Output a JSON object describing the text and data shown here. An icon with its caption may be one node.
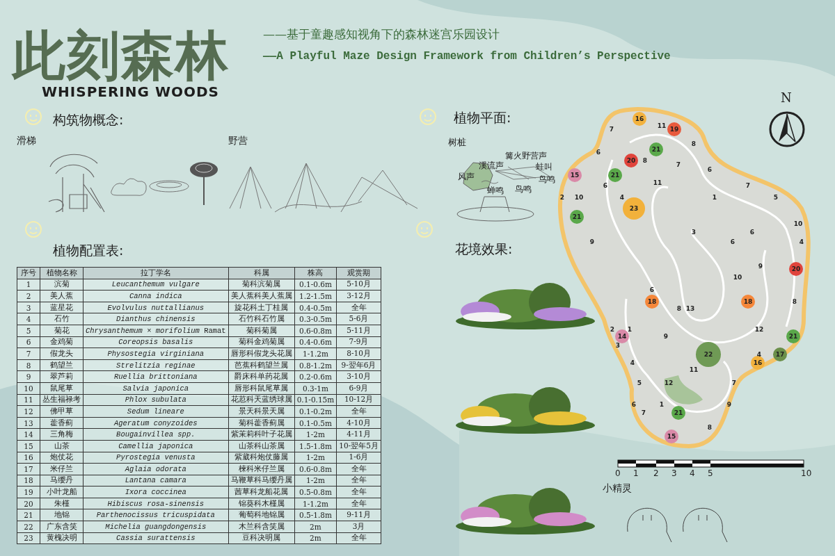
{
  "diagram": {
    "title": "此刻森林",
    "labels": [
      "WHISPERING WOODS",
      "——基于童趣感知视角下的森林迷宫乐园设计",
      "——A Playful Maze Design Framework from Children’s Perspective",
      "构筑物概念:",
      "滑梯",
      "野营",
      "植物平面:",
      "树桩",
      "篝火野营声",
      "溪流声",
      "风声",
      "蛙叫",
      "鸟鸣",
      "蝉鸣",
      "鸟鸣",
      "N",
      "植物配置表:",
      "序号",
      "植物名称",
      "拉丁学名",
      "科属",
      "株高",
      "观赏期",
      "1",
      "滨菊",
      "Leucanthemum vulgare",
      "菊科滨菊属",
      "0.1-0.6m",
      "5-10月",
      "2",
      "美人蕉",
      "Canna indica",
      "美人蕉科美人蕉属",
      "1.2-1.5m",
      "3-12月",
      "3",
      "蓝星花",
      "Evolvulus nuttallianus",
      "旋花科土丁桂属",
      "0.4-0.5m",
      "全年",
      "4",
      "石竹",
      "Dianthus chinensis",
      "石竹科石竹属",
      "0.3-0.5m",
      "5-6月",
      "5",
      "菊花",
      "*Chrysanthemum × morifolium* Ramat",
      "菊科菊属",
      "0.6-0.8m",
      "5-11月",
      "6",
      "金鸡菊",
      "Coreopsis basalis",
      "菊科金鸡菊属",
      "0.4-0.6m",
      "7-9月",
      "7",
      "假龙头",
      "Physostegia virginiana",
      "唇形科假龙头花属",
      "1-1.2m",
      "8-10月",
      "8",
      "鹤望兰",
      "Strelitzia reginae",
      "芭蕉科鹤望兰属",
      "0.8-1.2m",
      "9-翌年6月",
      "9",
      "翠芦莉",
      "Ruellia brittoniana",
      "爵床科单药花属",
      "0.2-0.6m",
      "3-10月",
      "10",
      "鼠尾草",
      "Salvia japonica",
      "唇形科鼠尾草属",
      "0.3-1m",
      "6-9月",
      "11",
      "丛生福禄考",
      "Phlox subulata",
      "花荵科天蓝绣球属",
      "0.1-0.15m",
      "10-12月",
      "12",
      "佛甲草",
      "Sedum lineare",
      "景天科景天属",
      "0.1-0.2m",
      "全年",
      "13",
      "藿香蓟",
      "Ageratum conyzoides",
      "菊科藿香蓟属",
      "0.1-0.5m",
      "4-10月",
      "14",
      "三角梅",
      "Bougainvillea spp.",
      "紫茉莉科叶子花属",
      "1-2m",
      "4-11月",
      "15",
      "山茶",
      "Camellia japonica",
      "山茶科山茶属",
      "1.5-1.8m",
      "10-翌年5月",
      "16",
      "炮仗花",
      "Pyrostegia venusta",
      "紫葳科炮仗藤属",
      "1-2m",
      "1-6月",
      "17",
      "米仔兰",
      "Aglaia odorata",
      "楝科米仔兰属",
      "0.6-0.8m",
      "全年",
      "18",
      "马缨丹",
      "Lantana camara",
      "马鞭草科马缨丹属",
      "1-2m",
      "全年",
      "19",
      "小叶龙船",
      "Ixora coccinea",
      "茜草科龙船花属",
      "0.5-0.8m",
      "全年",
      "20",
      "朱槿",
      "Hibiscus rosa-sinensis",
      "锦葵科木槿属",
      "1-1.2m",
      "全年",
      "21",
      "地锦",
      "Parthenocissus tricuspidata",
      "葡萄科地锦属",
      "0.5-1.8m",
      "9-11月",
      "22",
      "广东含笑",
      "Michelia guangdongensis",
      "木兰科含笑属",
      "2m",
      "3月",
      "23",
      "黄槐决明",
      "Cassia surattensis",
      "豆科决明属",
      "2m",
      "全年",
      "花境效果:",
      "16",
      "11",
      "7",
      "19",
      "8",
      "21",
      "6",
      "20",
      "8",
      "7",
      "6",
      "15",
      "21",
      "11",
      "6",
      "7",
      "2",
      "10",
      "4",
      "1",
      "5",
      "23",
      "21",
      "10",
      "3",
      "6",
      "9",
      "6",
      "4",
      "9",
      "20",
      "10",
      "6",
      "18",
      "18",
      "8",
      "8",
      "13",
      "2",
      "1",
      "12",
      "14",
      "9",
      "21",
      "3",
      "22",
      "4",
      "17",
      "4",
      "16",
      "11",
      "5",
      "12",
      "7",
      "6",
      "1",
      "9",
      "7",
      "21",
      "8",
      "15",
      "0",
      "1",
      "2",
      "3",
      "4",
      "5",
      "10",
      "小精灵"
    ]
  }
}
